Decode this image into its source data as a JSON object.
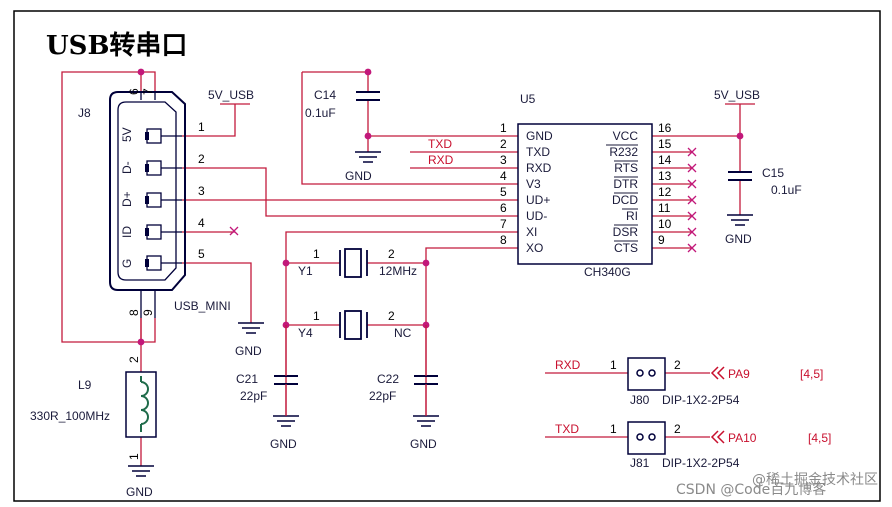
{
  "title": "USB转串口",
  "j8": {
    "ref": "J8",
    "name": "USB_MINI",
    "pin_labels": [
      "5V",
      "D-",
      "D+",
      "ID",
      "G"
    ],
    "pins": [
      "1",
      "2",
      "3",
      "4",
      "5",
      "6",
      "7",
      "8",
      "9"
    ]
  },
  "u5": {
    "ref": "U5",
    "name": "CH340G",
    "left_pins": [
      {
        "num": "1",
        "name": "GND"
      },
      {
        "num": "2",
        "name": "TXD"
      },
      {
        "num": "3",
        "name": "RXD"
      },
      {
        "num": "4",
        "name": "V3"
      },
      {
        "num": "5",
        "name": "UD+"
      },
      {
        "num": "6",
        "name": "UD-"
      },
      {
        "num": "7",
        "name": "XI"
      },
      {
        "num": "8",
        "name": "XO"
      }
    ],
    "right_pins": [
      {
        "num": "16",
        "name": "VCC"
      },
      {
        "num": "15",
        "name": "R232"
      },
      {
        "num": "14",
        "name": "RTS"
      },
      {
        "num": "13",
        "name": "DTR"
      },
      {
        "num": "12",
        "name": "DCD"
      },
      {
        "num": "11",
        "name": "RI"
      },
      {
        "num": "10",
        "name": "DSR"
      },
      {
        "num": "9",
        "name": "CTS"
      }
    ]
  },
  "nets": {
    "txd": "TXD",
    "rxd": "RXD",
    "v5usb": "5V_USB",
    "gnd": "GND",
    "pa9": "PA9",
    "pa10": "PA10"
  },
  "c14": {
    "ref": "C14",
    "value": "0.1uF"
  },
  "c15": {
    "ref": "C15",
    "value": "0.1uF"
  },
  "c21": {
    "ref": "C21",
    "value": "22pF"
  },
  "c22": {
    "ref": "C22",
    "value": "22pF"
  },
  "y1": {
    "ref": "Y1",
    "value": "12MHz",
    "pin1": "1",
    "pin2": "2"
  },
  "y4": {
    "ref": "Y4",
    "value": "NC",
    "pin1": "1",
    "pin2": "2"
  },
  "l9": {
    "ref": "L9",
    "value": "330R_100MHz",
    "pin1": "1",
    "pin2": "2"
  },
  "j80": {
    "ref": "J80",
    "part": "DIP-1X2-2P54",
    "sheet": "[4,5]",
    "pin1": "1",
    "pin2": "2"
  },
  "j81": {
    "ref": "J81",
    "part": "DIP-1X2-2P54",
    "sheet": "[4,5]",
    "pin1": "1",
    "pin2": "2"
  },
  "watermark": "CSDN @Code百九博客",
  "watermark2": "@稀土掘金技术社区",
  "colors": {
    "wire": "#c21a3c",
    "junction": "#c2187a",
    "part": "#00003a",
    "net_red": "#c8102e"
  }
}
